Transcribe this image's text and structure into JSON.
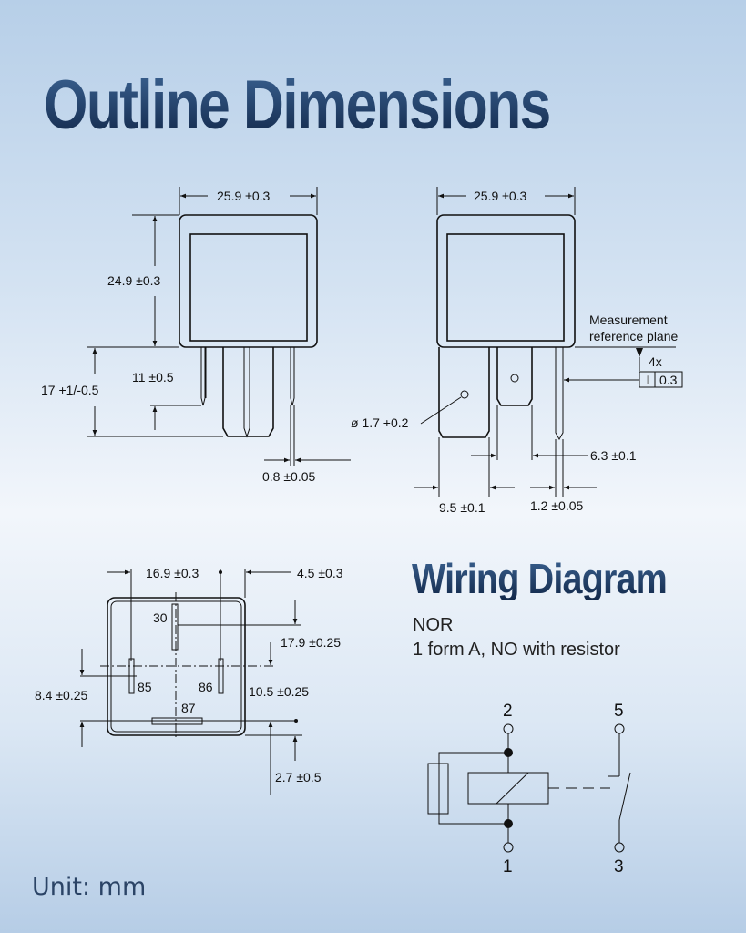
{
  "title": "Outline Dimensions",
  "side_view": {
    "width": "25.9 ±0.3",
    "height": "24.9 ±0.3",
    "pin_length_total": "17 +1/-0.5",
    "pin_length_small": "11 ±0.5",
    "pin_thickness": "0.8 ±0.05"
  },
  "front_view": {
    "width": "25.9 ±0.3",
    "hole": "ø 1.7 +0.2",
    "ref_plane_line1": "Measurement",
    "ref_plane_line2": "reference plane",
    "count": "4x",
    "perp_symbol": "⊥",
    "tolerance": "0.3",
    "tab_width": "6.3 ±0.1",
    "large_tab": "9.5 ±0.1",
    "pin_width": "1.2 ±0.05"
  },
  "bottom_view": {
    "d1": "16.9 ±0.3",
    "d2": "4.5 ±0.3",
    "d3": "17.9 ±0.25",
    "d4": "8.4 ±0.25",
    "d5": "10.5 ±0.25",
    "d6": "2.7 ±0.5",
    "pins": [
      "30",
      "85",
      "86",
      "87"
    ]
  },
  "wiring": {
    "title": "Wiring Diagram",
    "type": "NOR",
    "description": "1 form A, NO with resistor",
    "terminals": [
      "2",
      "5",
      "1",
      "3"
    ]
  },
  "unit": "Unit: mm"
}
